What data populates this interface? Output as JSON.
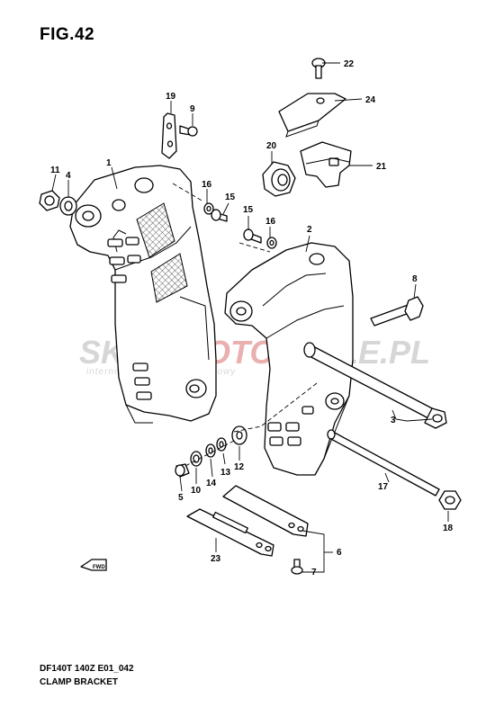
{
  "figure_label": "FIG.42",
  "footer": {
    "model_code": "DF140T 140Z E01_042",
    "section_name": "CLAMP BRACKET"
  },
  "watermark": {
    "brand_left": "SKLEP",
    "brand_mid": "MOTO",
    "brand_right": "CYKLE.PL",
    "tagline": "internetowy sklep motocyklowy"
  },
  "direction_marker": "FWD",
  "part_numbers": [
    "22",
    "24",
    "19",
    "9",
    "20",
    "21",
    "11",
    "4",
    "1",
    "16",
    "15",
    "15",
    "16",
    "2",
    "8",
    "3",
    "12",
    "13",
    "14",
    "10",
    "5",
    "17",
    "18",
    "6",
    "7",
    "23"
  ],
  "colors": {
    "line": "#000000",
    "watermark_gray": "#d0d0d0",
    "watermark_red": "#e8a0a0"
  }
}
